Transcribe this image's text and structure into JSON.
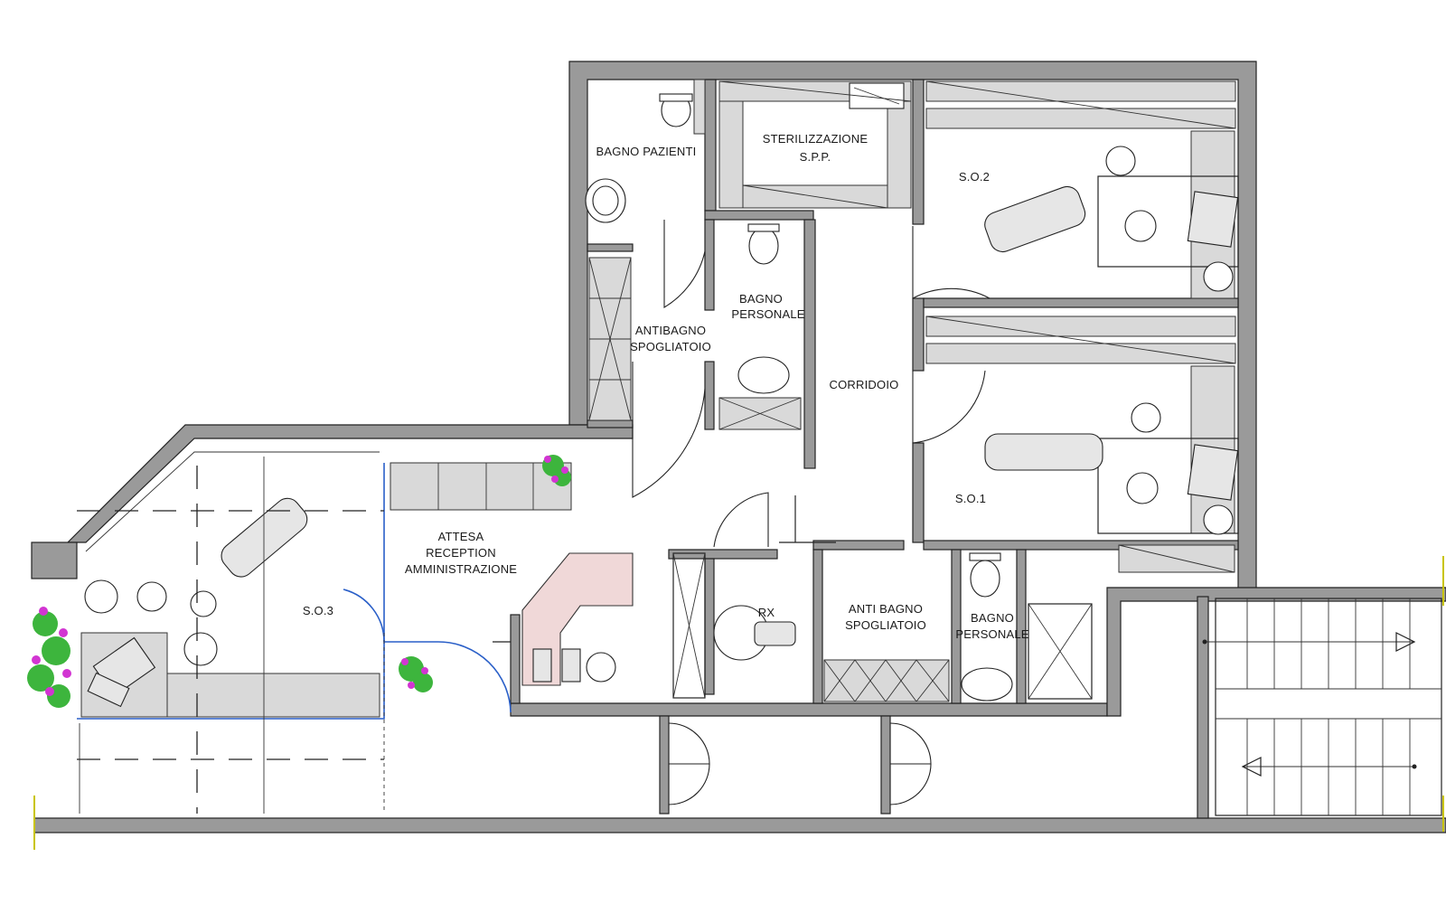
{
  "rooms": {
    "bagno_pazienti": "BAGNO PAZIENTI",
    "sterilizzazione_1": "STERILIZZAZIONE",
    "sterilizzazione_2": "S.P.P.",
    "so2": "S.O.2",
    "bagno_personale_1a": "BAGNO",
    "bagno_personale_1b": "PERSONALE",
    "antibagno_1a": "ANTIBAGNO",
    "antibagno_1b": "SPOGLIATOIO",
    "corridoio": "CORRIDOIO",
    "so1": "S.O.1",
    "attesa_1": "ATTESA",
    "attesa_2": "RECEPTION",
    "attesa_3": "AMMINISTRAZIONE",
    "so3": "S.O.3",
    "rx": "RX",
    "antibagno_2a": "ANTI BAGNO",
    "antibagno_2b": "SPOGLIATOIO",
    "bagno_personale_2a": "BAGNO",
    "bagno_personale_2b": "PERSONALE"
  },
  "colors": {
    "wall": "#9a9a9a",
    "glass_partition": "#2a5fc8",
    "plant_leaf": "#3db53d",
    "plant_flower": "#d235d2",
    "reception_counter": "#f0d8d8"
  }
}
